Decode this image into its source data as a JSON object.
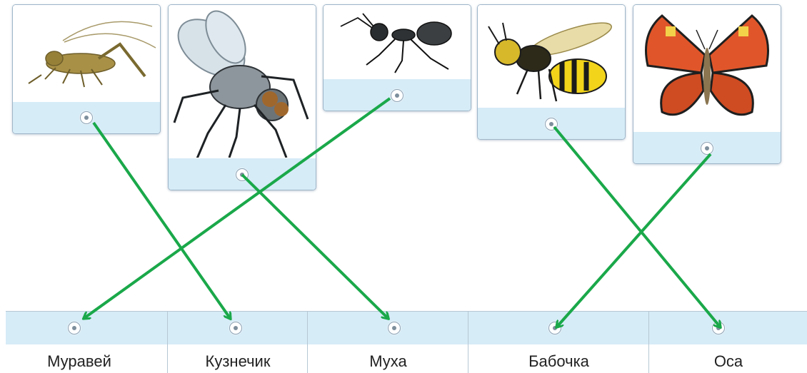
{
  "cards": [
    {
      "name": "grasshopper-card",
      "image_alt": "grasshopper"
    },
    {
      "name": "fly-card",
      "image_alt": "fly"
    },
    {
      "name": "ant-card",
      "image_alt": "ant"
    },
    {
      "name": "wasp-card",
      "image_alt": "wasp"
    },
    {
      "name": "butterfly-card",
      "image_alt": "butterfly"
    }
  ],
  "answers": [
    {
      "label": "Муравей"
    },
    {
      "label": "Кузнечик"
    },
    {
      "label": "Муха"
    },
    {
      "label": "Бабочка"
    },
    {
      "label": "Оса"
    }
  ],
  "connections": [
    {
      "from": "grasshopper",
      "to": "Кузнечик"
    },
    {
      "from": "ant",
      "to": "Муравей"
    },
    {
      "from": "fly",
      "to": "Муха"
    },
    {
      "from": "wasp",
      "to": "Оса"
    },
    {
      "from": "butterfly",
      "to": "Бабочка"
    }
  ],
  "colors": {
    "arrow": "#1aa84a",
    "strip": "#d6ecf7",
    "border": "#9fb6c9"
  }
}
